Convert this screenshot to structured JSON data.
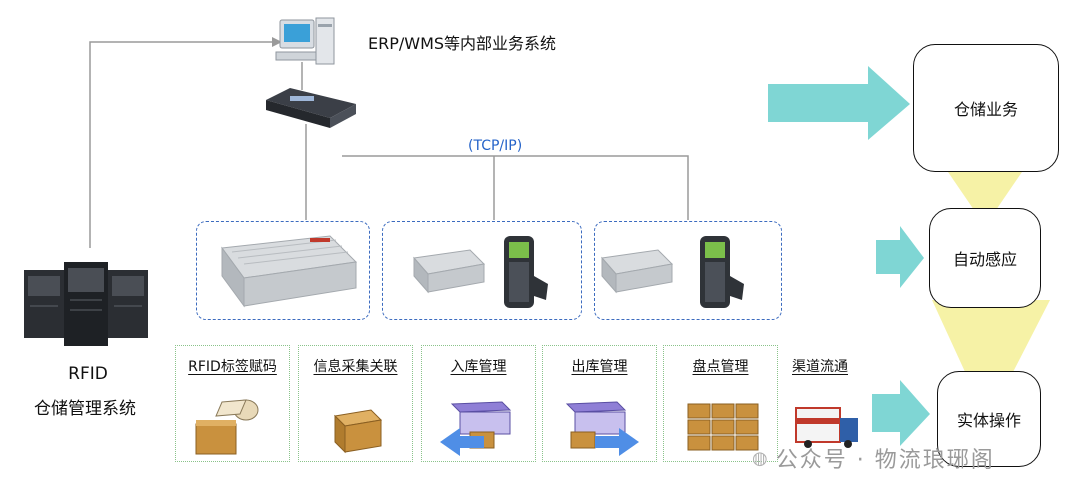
{
  "erp_title": "ERP/WMS等内部业务系统",
  "network_label": "(TCP/IP)",
  "rfid_system": {
    "line1": "RFID",
    "line2": "仓储管理系统"
  },
  "layers": {
    "warehouse": "仓储业务",
    "auto": "自动感应",
    "physical": "实体操作"
  },
  "processes": [
    "RFID标签赋码",
    "信息采集关联",
    "入库管理",
    "出库管理",
    "盘点管理"
  ],
  "channel_label": "渠道流通",
  "watermark": "公众号 · 物流琅琊阁",
  "colors": {
    "arrow": "#7fd6d4",
    "beam": "#f6f2a6",
    "dashed": "#3c6bbf",
    "box_border": "#8ac38a",
    "line": "#9a9a9a"
  }
}
